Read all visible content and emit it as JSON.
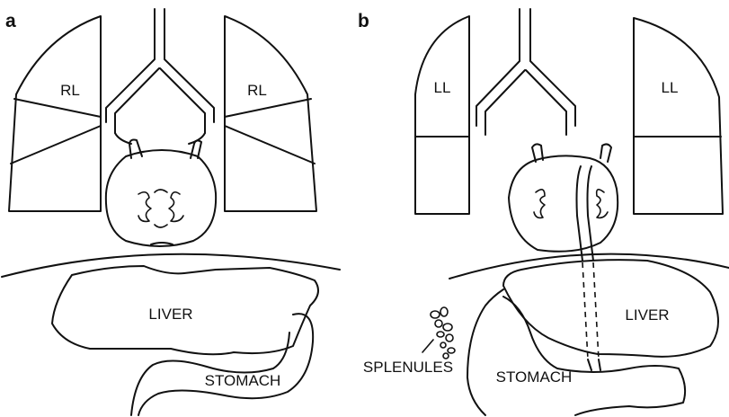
{
  "panels": [
    {
      "letter": "a",
      "labels": {
        "left_lung": "RL",
        "right_lung": "RL",
        "liver": "LIVER",
        "stomach": "STOMACH"
      }
    },
    {
      "letter": "b",
      "labels": {
        "left_lung": "LL",
        "right_lung": "LL",
        "liver": "LIVER",
        "stomach": "STOMACH",
        "splenules": "SPLENULES"
      }
    }
  ]
}
